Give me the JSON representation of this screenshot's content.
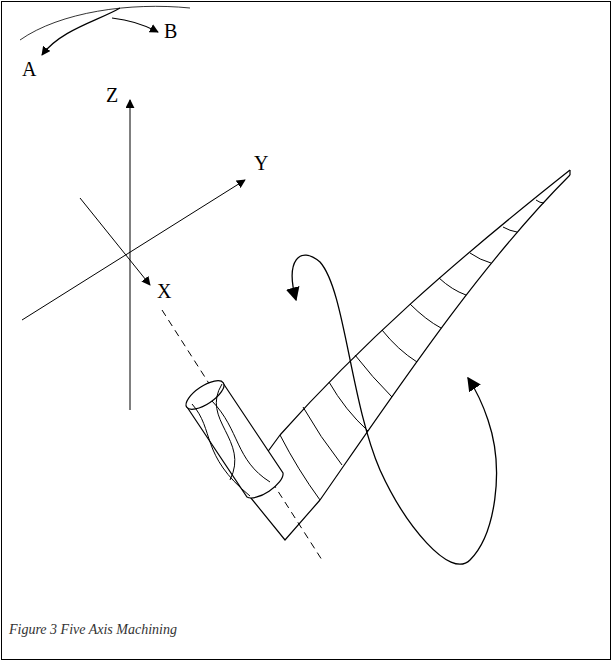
{
  "diagram": {
    "caption": "Figure 3 Five Axis Machining",
    "labels": [
      "B",
      "A",
      "Z",
      "Y",
      "X"
    ]
  }
}
